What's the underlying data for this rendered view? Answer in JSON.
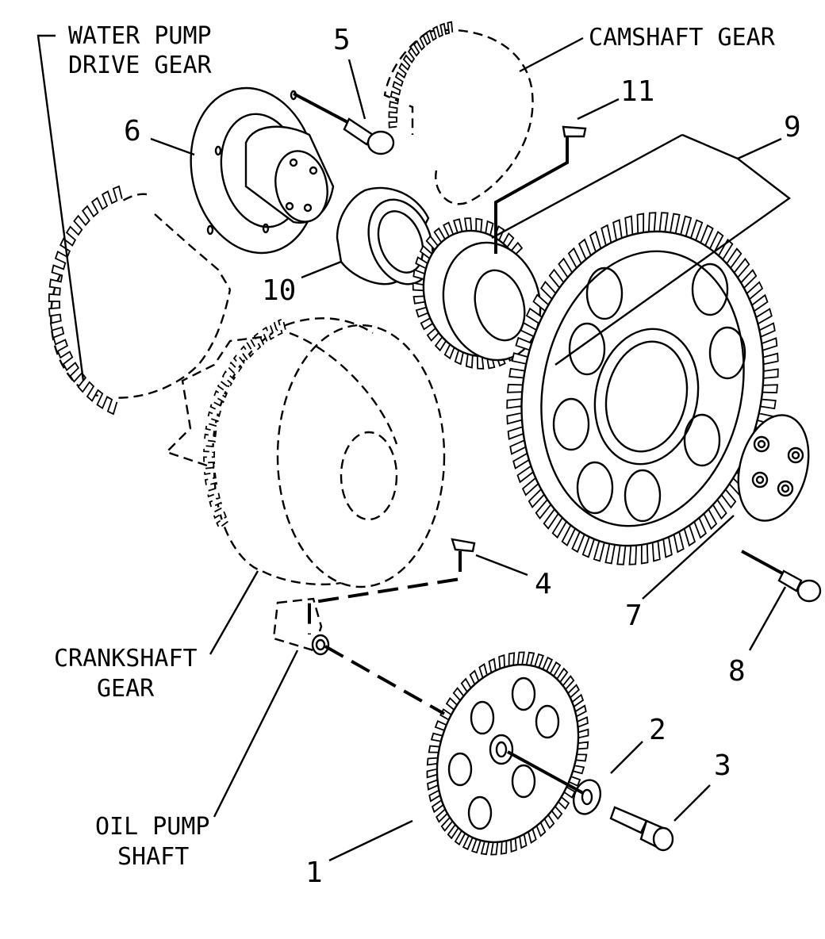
{
  "labels": {
    "water_pump_line1": "WATER PUMP",
    "water_pump_line2": "DRIVE GEAR",
    "camshaft_gear": "CAMSHAFT GEAR",
    "crankshaft_line1": "CRANKSHAFT",
    "crankshaft_line2": "GEAR",
    "oil_pump_line1": "OIL PUMP",
    "oil_pump_line2": "SHAFT"
  },
  "callouts": {
    "c1": "1",
    "c2": "2",
    "c3": "3",
    "c4": "4",
    "c5": "5",
    "c6": "6",
    "c7": "7",
    "c8": "8",
    "c9": "9",
    "c10": "10",
    "c11": "11"
  }
}
